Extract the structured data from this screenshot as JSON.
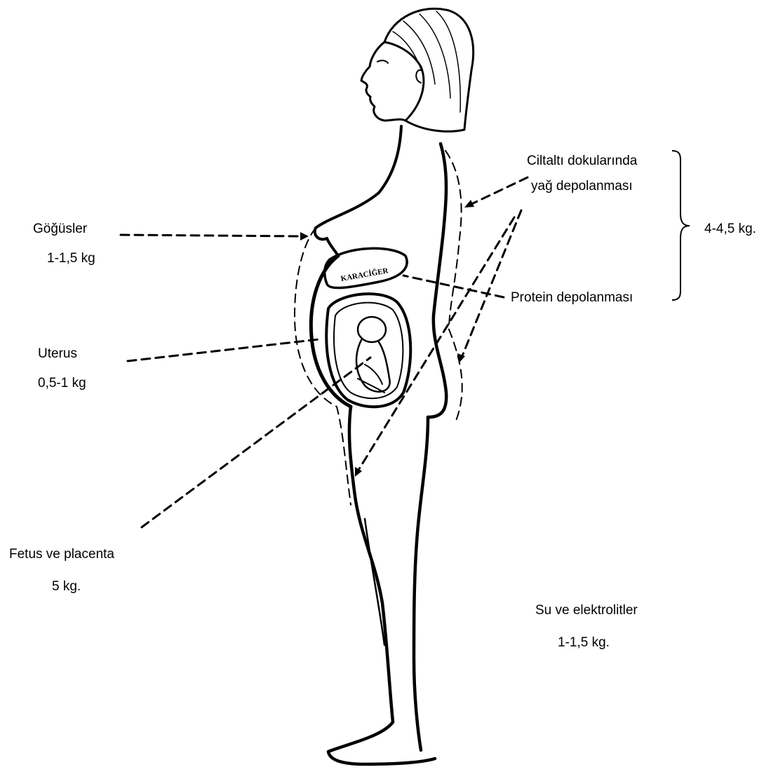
{
  "labels": {
    "breasts": {
      "name": "Göğüsler",
      "value": "1-1,5 kg"
    },
    "uterus": {
      "name": "Uterus",
      "value": "0,5-1 kg"
    },
    "fetus": {
      "name": "Fetus ve placenta",
      "value": "5 kg."
    },
    "fat": {
      "name_line1": "Ciltaltı dokularında",
      "name_line2": "yağ depolanması"
    },
    "protein": {
      "name": "Protein depolanması"
    },
    "group_total": "4-4,5 kg.",
    "water": {
      "name": "Su ve elektrolitler",
      "value": "1-1,5 kg."
    },
    "liver_word": "KARACİĞER"
  }
}
